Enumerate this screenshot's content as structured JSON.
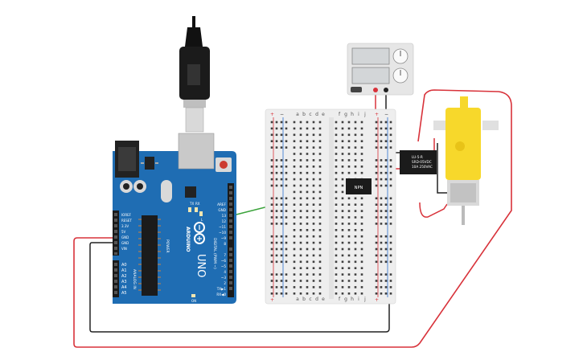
{
  "arduino": {
    "model": "UNO",
    "brand": "ARDUINO",
    "digital_label": "DIGITAL (PWM ~)",
    "power_label": "POWER",
    "analog_label": "ANALOG IN",
    "ioref": "IOREF",
    "reset": "RESET",
    "v33": "3.3V",
    "v5": "5V",
    "gnd1": "GND",
    "gnd2": "GND",
    "vin": "VIN",
    "aref": "AREF",
    "gnd_top": "GND",
    "pin13": "13",
    "pin12": "12",
    "pin11": "~11",
    "pin10": "~10",
    "pin9": "~9",
    "pin8": "8",
    "pin7": "7",
    "pin6": "~6",
    "pin5": "~5",
    "pin4": "4",
    "pin3": "~3",
    "pin2": "2",
    "pin1": "TX▶1",
    "pin0": "RX◀0",
    "a0": "A0",
    "a1": "A1",
    "a2": "A2",
    "a3": "A3",
    "a4": "A4",
    "a5": "A5",
    "tx": "TX",
    "rx": "RX",
    "l": "L",
    "on": "ON"
  },
  "breadboard": {
    "cols_left": [
      "a",
      "b",
      "c",
      "d",
      "e"
    ],
    "cols_right": [
      "f",
      "g",
      "h",
      "i",
      "j"
    ],
    "plus": "+",
    "minus": "−"
  },
  "relay": {
    "line1": "LU-5-R",
    "line2": "SRD-05VDC",
    "line3": "10A 250VAC"
  },
  "transistor": {
    "label": "NPN"
  },
  "power_supply": {
    "display1": "",
    "display2": ""
  },
  "colors": {
    "arduino_board": "#1f6db3",
    "breadboard": "#eeeeee",
    "motor_body": "#f7d82b",
    "wire_red": "#d8323a",
    "wire_black": "#222222",
    "wire_green": "#3aa33a"
  }
}
